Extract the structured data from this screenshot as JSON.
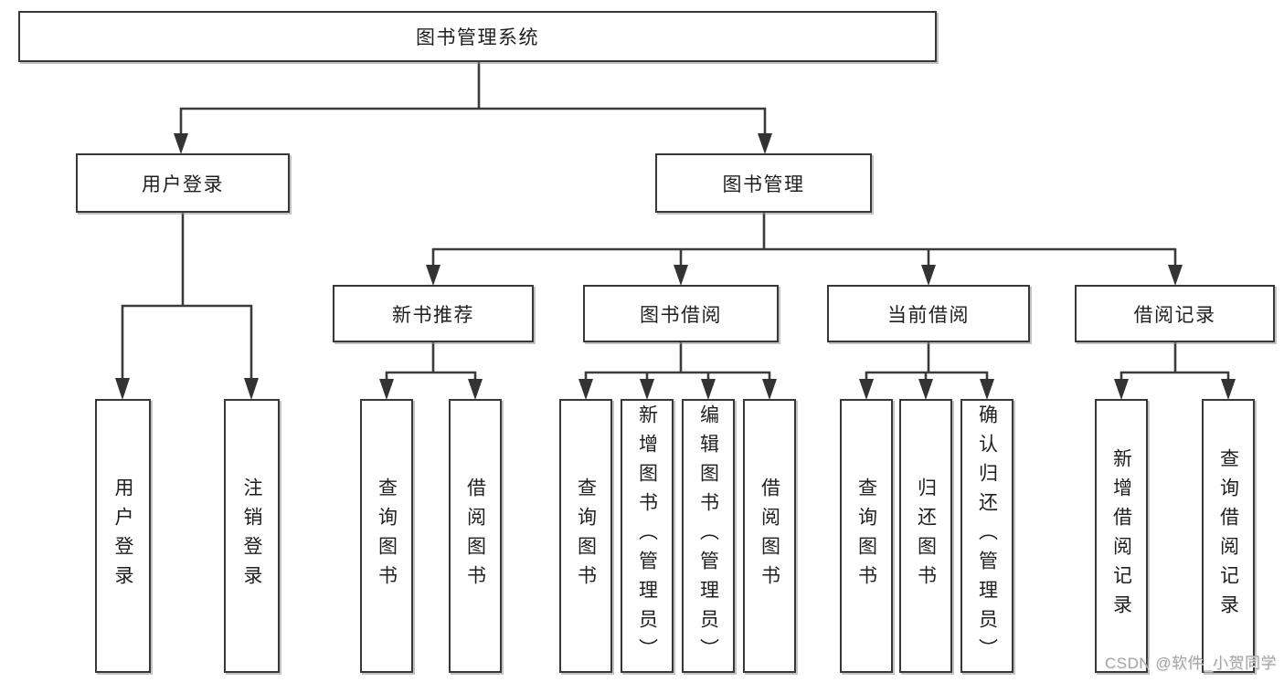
{
  "diagram": {
    "root": {
      "label": "图书管理系统"
    },
    "branches": [
      {
        "label": "用户登录"
      },
      {
        "label": "图书管理"
      }
    ],
    "sections": [
      {
        "label": "新书推荐"
      },
      {
        "label": "图书借阅"
      },
      {
        "label": "当前借阅"
      },
      {
        "label": "借阅记录"
      }
    ],
    "leaves": [
      {
        "label": "用户登录",
        "parent": "用户登录"
      },
      {
        "label": "注销登录",
        "parent": "用户登录"
      },
      {
        "label": "查询图书",
        "parent": "新书推荐"
      },
      {
        "label": "借阅图书",
        "parent": "新书推荐"
      },
      {
        "label": "查询图书",
        "parent": "图书借阅"
      },
      {
        "label": "新增图书（管理员）",
        "parent": "图书借阅"
      },
      {
        "label": "编辑图书（管理员）",
        "parent": "图书借阅"
      },
      {
        "label": "借阅图书",
        "parent": "图书借阅"
      },
      {
        "label": "查询图书",
        "parent": "当前借阅"
      },
      {
        "label": "归还图书",
        "parent": "当前借阅"
      },
      {
        "label": "确认归还（管理员）",
        "parent": "当前借阅"
      },
      {
        "label": "新增借阅记录",
        "parent": "借阅记录"
      },
      {
        "label": "查询借阅记录",
        "parent": "借阅记录"
      }
    ]
  },
  "watermark": {
    "text": "CSDN @软件_小贺同学"
  },
  "colors": {
    "line": "#3b3b3b",
    "box_border": "#383838",
    "text": "#1f1f1f",
    "watermark": "#a6a6a6",
    "background": "#ffffff"
  }
}
